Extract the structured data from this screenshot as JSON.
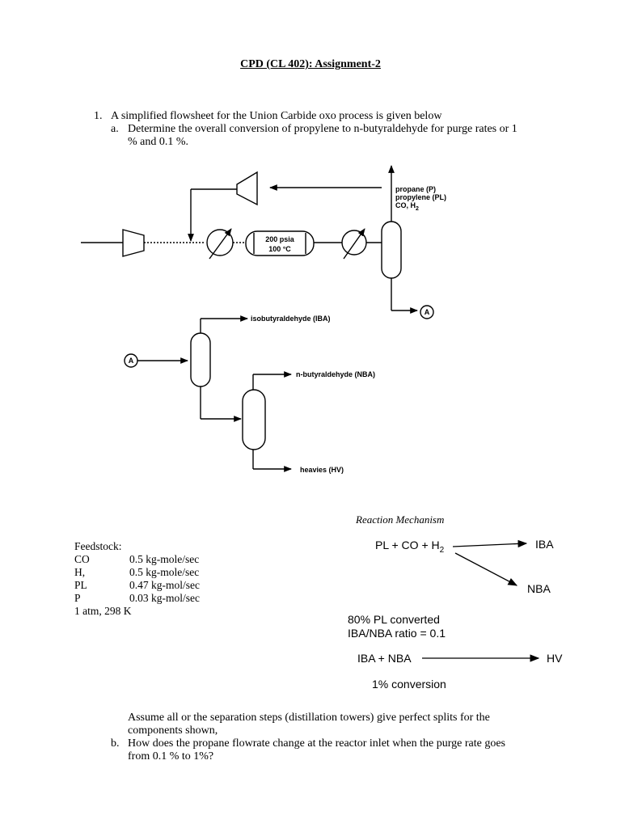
{
  "title": "CPD (CL 402): Assignment-2",
  "q1": {
    "num": "1.",
    "text": "A simplified flowsheet for the Union Carbide oxo process is given below",
    "a_label": "a.",
    "a_text_1": "Determine the overall conversion of propylene to n-butyraldehyde for purge rates or 1",
    "a_text_2": "% and 0.1 %.",
    "assume_1": "Assume all or the separation steps (distillation towers) give perfect splits for the",
    "assume_2": "components shown,",
    "b_label": "b.",
    "b_text_1": "How does the propane flowrate change at the reactor inlet when the purge rate goes",
    "b_text_2": "from 0.1 % to 1%?"
  },
  "flowsheet": {
    "purge_1": "propane (P)",
    "purge_2": "propylene (PL)",
    "purge_3": "CO, H",
    "purge_3_sub": "2",
    "reactor_p": "200 psia",
    "reactor_t": "100 °C",
    "node_a": "A",
    "iba": "isobutyraldehyde (IBA)",
    "nba": "n-butyraldehyde (NBA)",
    "hv": "heavies (HV)"
  },
  "feedstock": {
    "heading": "Feedstock:",
    "rows": [
      {
        "k": "CO",
        "v": "0.5 kg-mole/sec"
      },
      {
        "k": "H,",
        "v": "0.5 kg-mole/sec"
      },
      {
        "k": "PL",
        "v": "0.47 kg-mol/sec"
      },
      {
        "k": "P",
        "v": "0.03 kg-mol/sec"
      }
    ],
    "conditions": "1 atm, 298 K"
  },
  "mechanism": {
    "title": "Reaction Mechanism",
    "reactants": "PL + CO + H",
    "reactants_sub": "2",
    "prod_iba": "IBA",
    "prod_nba": "NBA",
    "note_1": "80% PL converted",
    "note_2": "IBA/NBA ratio = 0.1",
    "rxn2_lhs": "IBA + NBA",
    "rxn2_rhs": "HV",
    "rxn2_note": "1% conversion"
  }
}
